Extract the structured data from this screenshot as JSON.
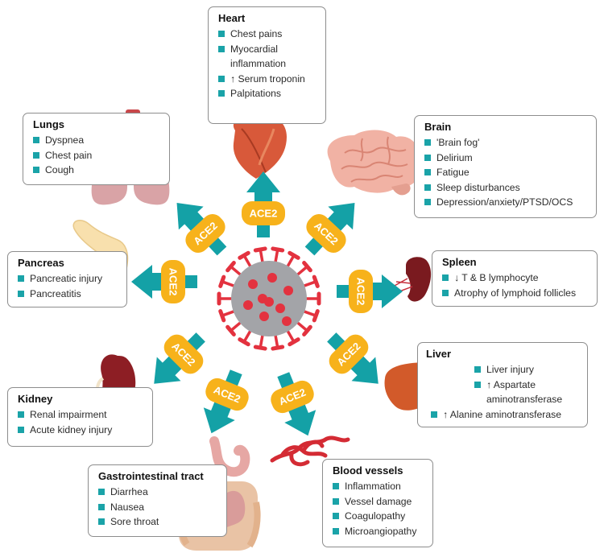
{
  "center": {
    "receptor_label": "ACE2"
  },
  "colors": {
    "arrow": "#14a1a6",
    "ace2_badge": "#f7b21b",
    "virus_body": "#a3a4a8",
    "virus_spike": "#e3323f",
    "bullet": "#1aa3a8"
  },
  "organs": {
    "heart": {
      "title": "Heart",
      "items": [
        "Chest pains",
        "Myocardial inflammation",
        "↑ Serum troponin",
        "Palpitations"
      ]
    },
    "lungs": {
      "title": "Lungs",
      "items": [
        "Dyspnea",
        "Chest pain",
        "Cough"
      ]
    },
    "brain": {
      "title": "Brain",
      "items": [
        "'Brain fog'",
        "Delirium",
        "Fatigue",
        "Sleep disturbances",
        "Depression/anxiety/PTSD/OCS"
      ]
    },
    "pancreas": {
      "title": "Pancreas",
      "items": [
        "Pancreatic injury",
        "Pancreatitis"
      ]
    },
    "spleen": {
      "title": "Spleen",
      "items": [
        "↓ T & B lymphocyte",
        "Atrophy of lymphoid follicles"
      ]
    },
    "liver": {
      "title": "Liver",
      "items": [
        "Liver injury",
        "↑ Aspartate aminotransferase",
        "↑ Alanine aminotransferase"
      ]
    },
    "kidney": {
      "title": "Kidney",
      "items": [
        "Renal impairment",
        "Acute kidney injury"
      ]
    },
    "gi": {
      "title": "Gastrointestinal tract",
      "items": [
        "Diarrhea",
        "Nausea",
        "Sore throat"
      ]
    },
    "blood": {
      "title": "Blood vessels",
      "items": [
        "Inflammation",
        "Vessel damage",
        "Coagulopathy",
        "Microangiopathy"
      ]
    }
  }
}
